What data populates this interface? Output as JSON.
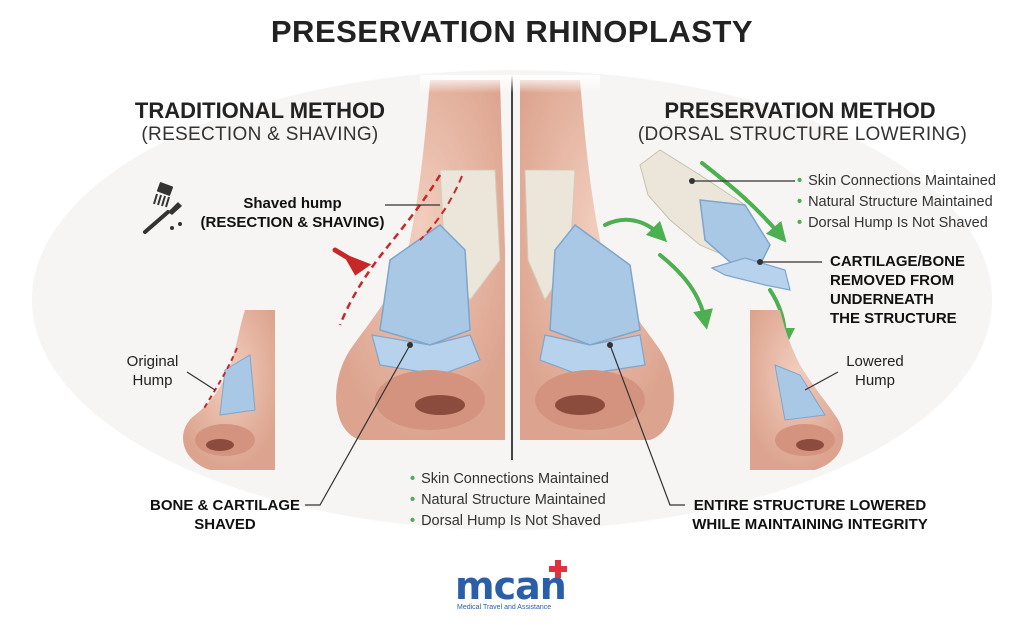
{
  "title": "PRESERVATION RHINOPLASTY",
  "traditional": {
    "heading": "TRADITIONAL METHOD",
    "subheading": "(RESECTION & SHAVING)",
    "shaved_hump_line1": "Shaved hump",
    "shaved_hump_line2": "(RESECTION & SHAVING)",
    "original_hump_line1": "Original",
    "original_hump_line2": "Hump",
    "bone_line1": "BONE & CARTILAGE",
    "bone_line2": "SHAVED"
  },
  "preservation": {
    "heading": "PRESERVATION METHOD",
    "subheading": "(DORSAL STRUCTURE LOWERING)",
    "bullets": [
      "Skin Connections Maintained",
      "Natural Structure Maintained",
      "Dorsal Hump Is Not Shaved"
    ],
    "removed_lines": [
      "CARTILAGE/BONE",
      "REMOVED FROM",
      "UNDERNEATH",
      "THE STRUCTURE"
    ],
    "lowered_hump_line1": "Lowered",
    "lowered_hump_line2": "Hump",
    "entire_line1": "ENTIRE STRUCTURE LOWERED",
    "entire_line2": "WHILE MAINTAINING INTEGRITY"
  },
  "center_bullets": [
    "Skin Connections Maintained",
    "Natural Structure Maintained",
    "Dorsal Hump Is Not Shaved"
  ],
  "logo": {
    "word": "mcan",
    "tagline": "Medical Travel and Assistance"
  },
  "colors": {
    "skin": "#e9b9a5",
    "skin_dark": "#c98a78",
    "cartilage": "#a9c8e6",
    "bone": "#ece6da",
    "arrow_green": "#4caf50",
    "dashed_red": "#c62828",
    "brand_blue": "#2a5ea8",
    "brand_red": "#e0323c"
  }
}
